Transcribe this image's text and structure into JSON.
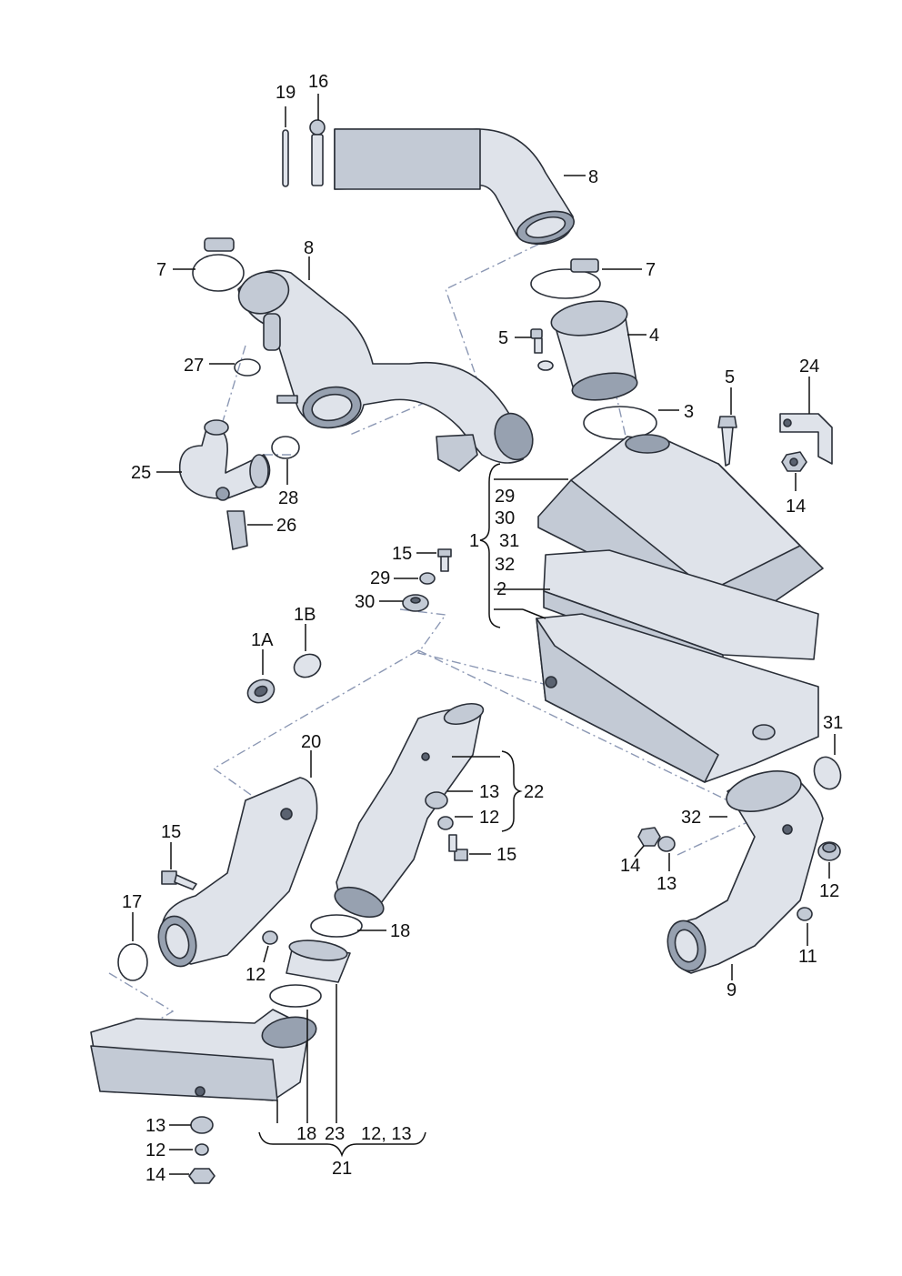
{
  "labels": [
    {
      "id": "l19",
      "text": "19"
    },
    {
      "id": "l16",
      "text": "16"
    },
    {
      "id": "l8a",
      "text": "8"
    },
    {
      "id": "l8b",
      "text": "8"
    },
    {
      "id": "l7a",
      "text": "7"
    },
    {
      "id": "l7b",
      "text": "7"
    },
    {
      "id": "l4",
      "text": "4"
    },
    {
      "id": "l5a",
      "text": "5"
    },
    {
      "id": "l3",
      "text": "3"
    },
    {
      "id": "l5b",
      "text": "5"
    },
    {
      "id": "l24",
      "text": "24"
    },
    {
      "id": "l14a",
      "text": "14"
    },
    {
      "id": "l27",
      "text": "27"
    },
    {
      "id": "l25",
      "text": "25"
    },
    {
      "id": "l28",
      "text": "28"
    },
    {
      "id": "l26",
      "text": "26"
    },
    {
      "id": "l29a",
      "text": "29"
    },
    {
      "id": "l30a",
      "text": "30"
    },
    {
      "id": "l1",
      "text": "1"
    },
    {
      "id": "l31a",
      "text": "31"
    },
    {
      "id": "l32a",
      "text": "32"
    },
    {
      "id": "l2",
      "text": "2"
    },
    {
      "id": "l15a",
      "text": "15"
    },
    {
      "id": "l29b",
      "text": "29"
    },
    {
      "id": "l30b",
      "text": "30"
    },
    {
      "id": "l1a",
      "text": "1A"
    },
    {
      "id": "l1b",
      "text": "1B"
    },
    {
      "id": "l20",
      "text": "20"
    },
    {
      "id": "l13a",
      "text": "13"
    },
    {
      "id": "l22",
      "text": "22"
    },
    {
      "id": "l12a",
      "text": "12"
    },
    {
      "id": "l15b",
      "text": "15"
    },
    {
      "id": "l31b",
      "text": "31"
    },
    {
      "id": "l32b",
      "text": "32"
    },
    {
      "id": "l14b",
      "text": "14"
    },
    {
      "id": "l13b",
      "text": "13"
    },
    {
      "id": "l12b",
      "text": "12"
    },
    {
      "id": "l11",
      "text": "11"
    },
    {
      "id": "l9",
      "text": "9"
    },
    {
      "id": "l15c",
      "text": "15"
    },
    {
      "id": "l17",
      "text": "17"
    },
    {
      "id": "l18a",
      "text": "18"
    },
    {
      "id": "l12c",
      "text": "12"
    },
    {
      "id": "l13c",
      "text": "13"
    },
    {
      "id": "l12d",
      "text": "12"
    },
    {
      "id": "l14c",
      "text": "14"
    },
    {
      "id": "l18b",
      "text": "18"
    },
    {
      "id": "l23",
      "text": "23"
    },
    {
      "id": "l1213",
      "text": "12, 13"
    },
    {
      "id": "l21",
      "text": "21"
    }
  ]
}
